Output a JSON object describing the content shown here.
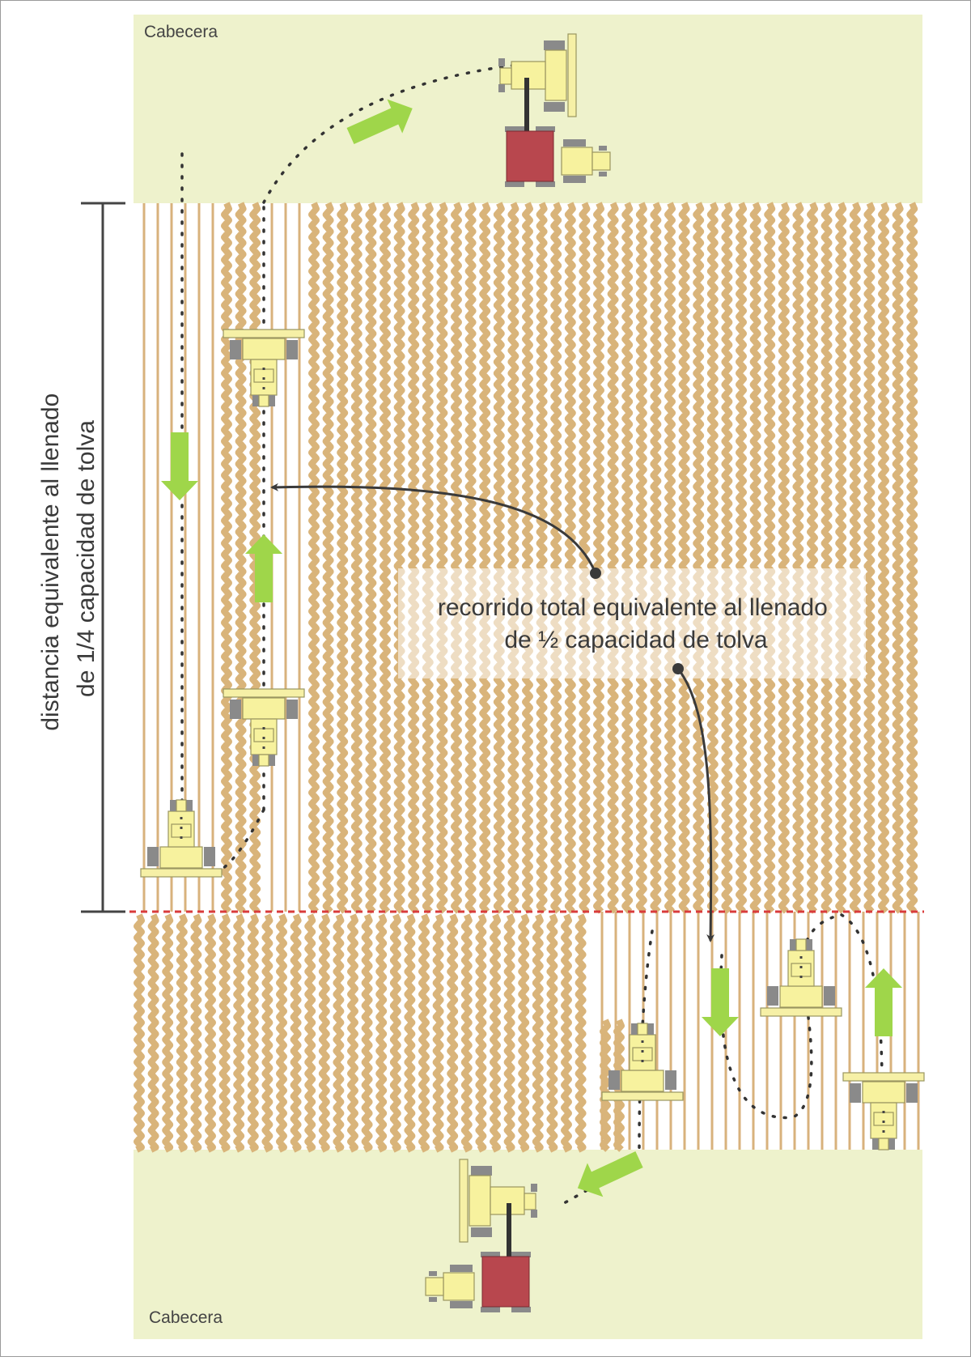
{
  "headlands": {
    "top_label": "Cabecera",
    "bottom_label": "Cabecera"
  },
  "annotations": {
    "quarter_line1": "distancia equivalente al llenado",
    "quarter_line2": "de 1/4 capacidad de tolva",
    "total_line1": "recorrido total equivalente al llenado",
    "total_line2": "de ½ capacidad de tolva"
  },
  "colors": {
    "headland": "#eef2cc",
    "crop": "#d9b47a",
    "stubble_line": "#d8b27c",
    "machine_body": "#f7f29e",
    "header": "#f6f0a6",
    "wheel": "#8a8a8a",
    "trailer": "#b8474e",
    "direction_arrow": "#9fd64a",
    "path_dot": "#333333",
    "boundary": "#d93b3b",
    "pointer": "#3a3a3a"
  },
  "icons": [
    "combine-harvester-icon",
    "grain-cart-icon",
    "tractor-icon",
    "direction-arrow-icon"
  ]
}
